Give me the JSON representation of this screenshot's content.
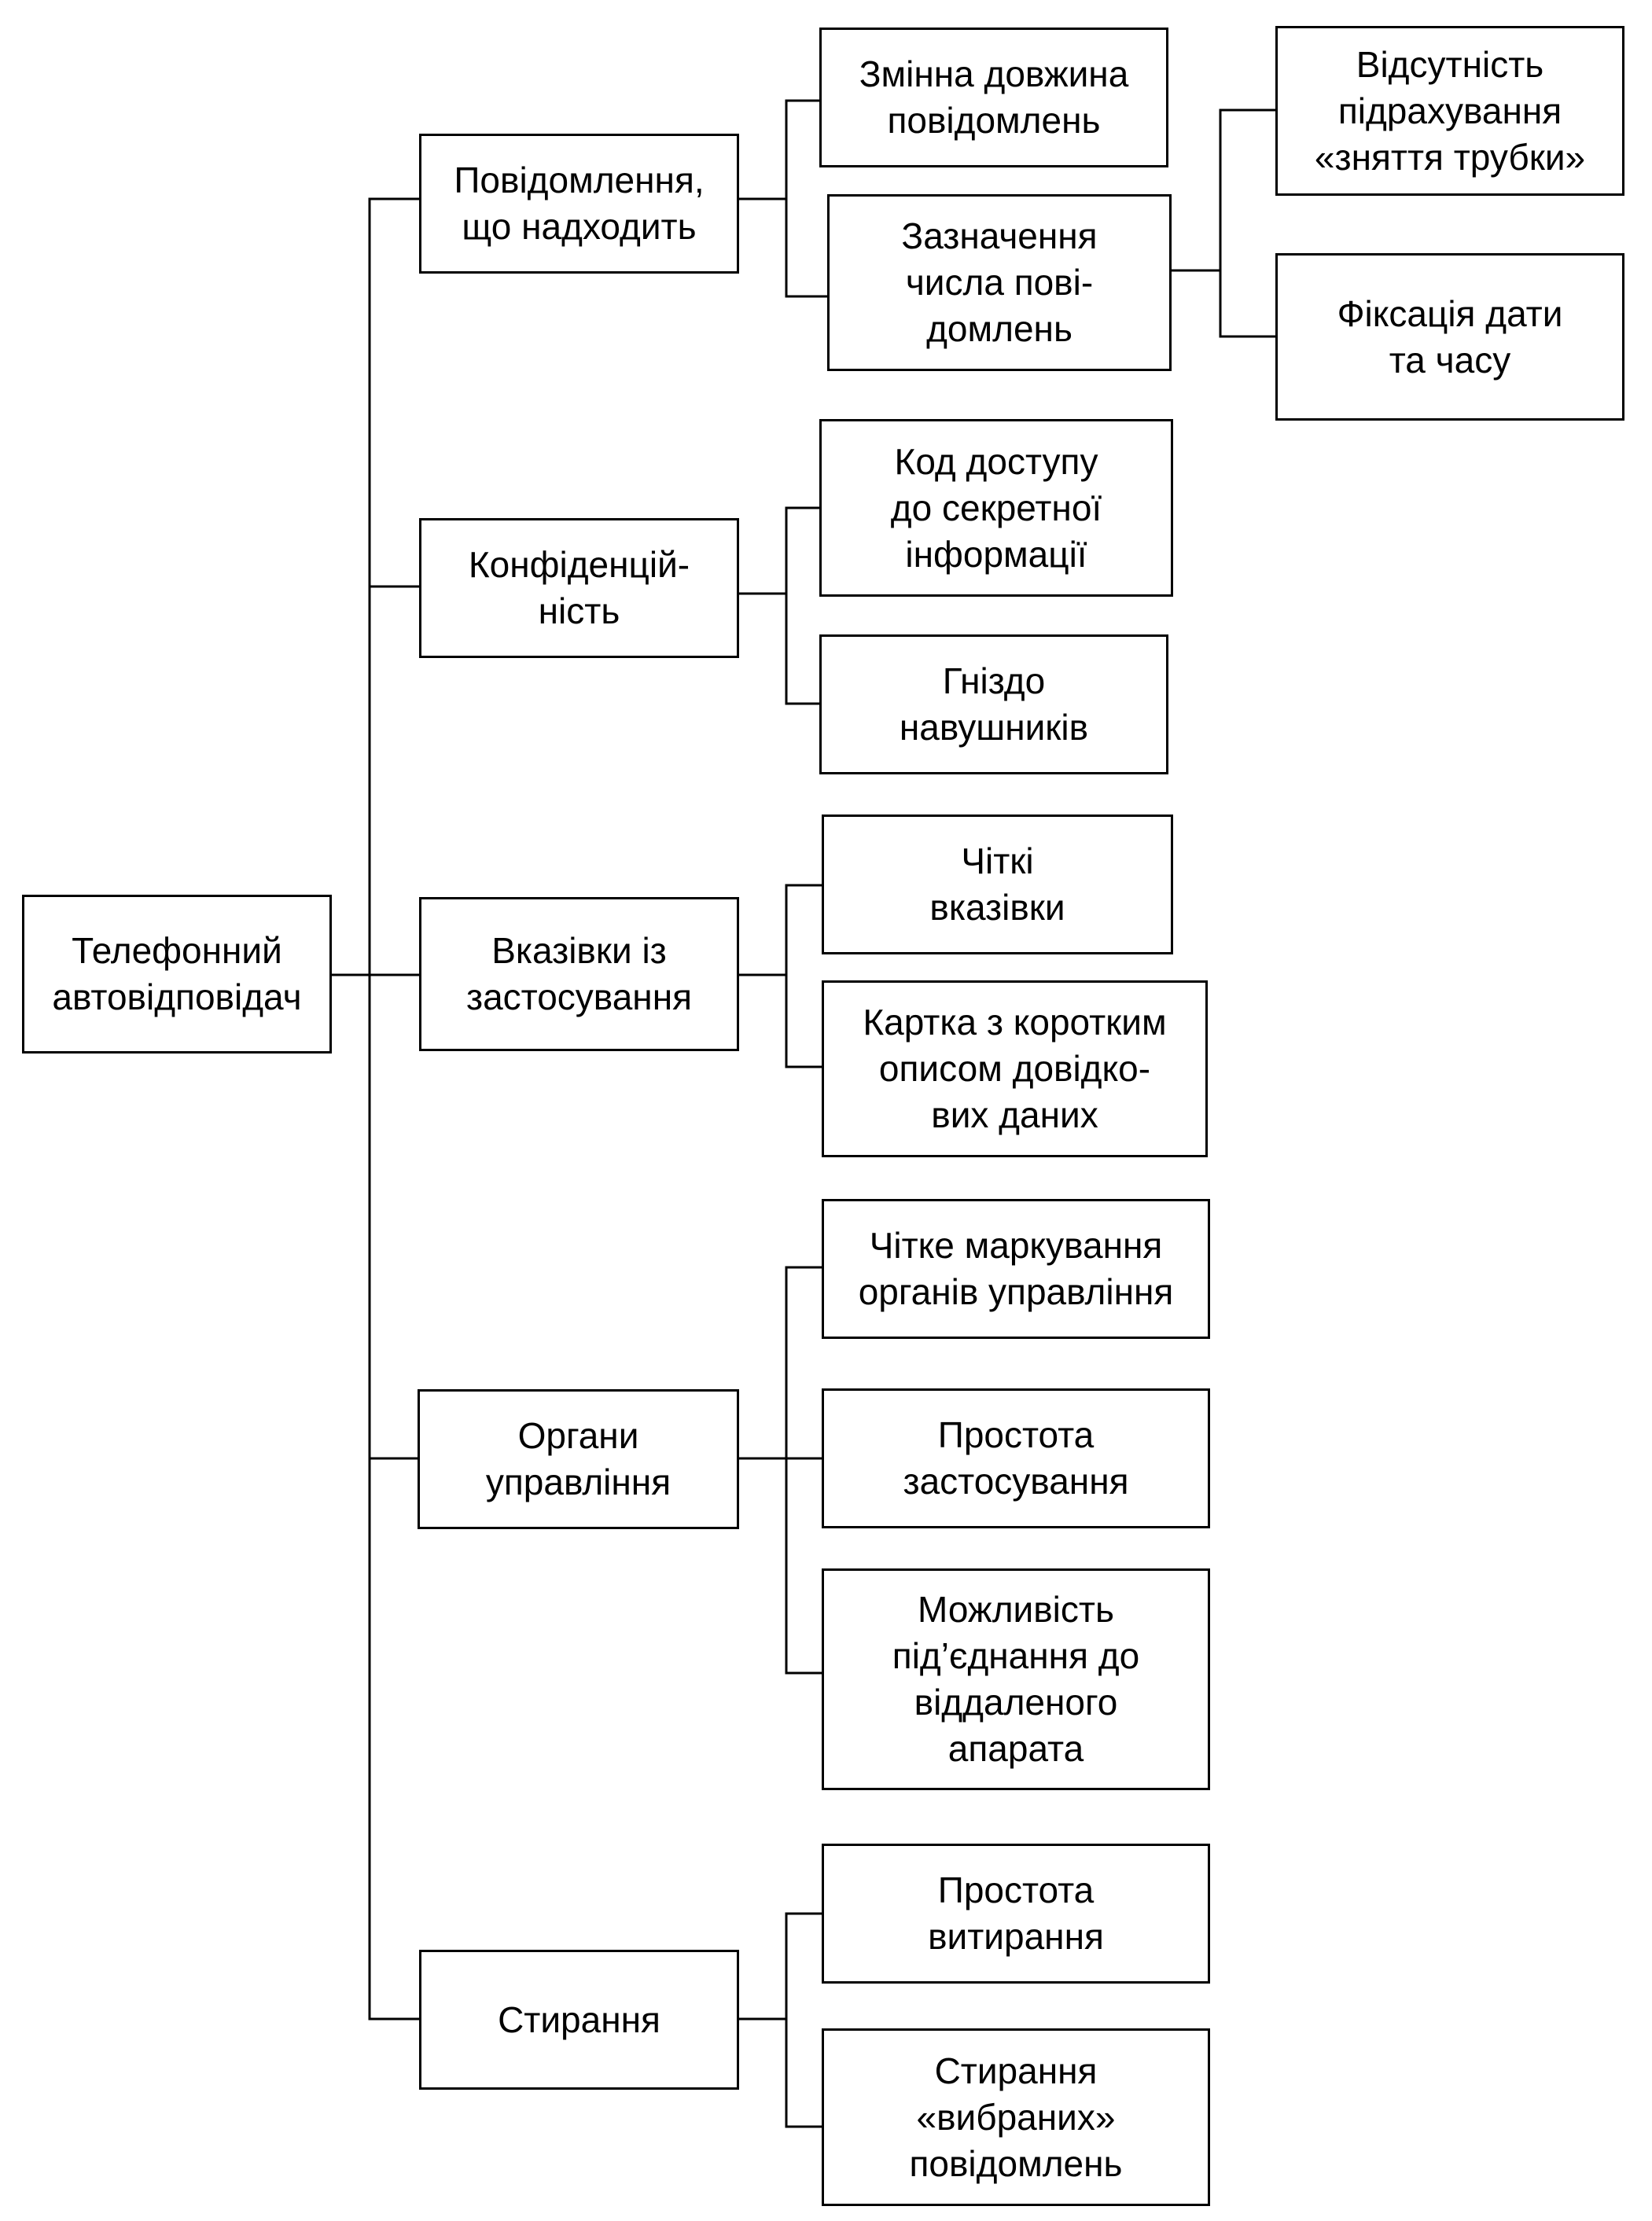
{
  "root": {
    "label": [
      "Телефонний",
      "автовідповідач"
    ]
  },
  "categories": [
    {
      "label": [
        "Повідомлення,",
        "що надходить"
      ],
      "items": [
        {
          "label": [
            "Змінна довжина",
            "повідомлень"
          ]
        },
        {
          "label": [
            "Зазначення",
            "числа пові-",
            "домлень"
          ],
          "items": [
            {
              "label": [
                "Відсутність",
                "підрахування",
                "«зняття трубки»"
              ]
            },
            {
              "label": [
                "Фіксація дати",
                "та часу"
              ]
            }
          ]
        }
      ]
    },
    {
      "label": [
        "Конфіденцій-",
        "ність"
      ],
      "items": [
        {
          "label": [
            "Код доступу",
            "до секретної",
            "інформації"
          ]
        },
        {
          "label": [
            "Гніздо",
            "навушників"
          ]
        }
      ]
    },
    {
      "label": [
        "Вказівки із",
        "застосування"
      ],
      "items": [
        {
          "label": [
            "Чіткі",
            "вказівки"
          ]
        },
        {
          "label": [
            "Картка з коротким",
            "описом довідко-",
            "вих даних"
          ]
        }
      ]
    },
    {
      "label": [
        "Органи",
        "управління"
      ],
      "items": [
        {
          "label": [
            "Чітке маркування",
            "органів управління"
          ]
        },
        {
          "label": [
            "Простота",
            "застосування"
          ]
        },
        {
          "label": [
            "Можливість",
            "під’єднання до",
            "віддаленого",
            "апарата"
          ]
        }
      ]
    },
    {
      "label": [
        "Стирання"
      ],
      "items": [
        {
          "label": [
            "Простота",
            "витирання"
          ]
        },
        {
          "label": [
            "Стирання",
            "«вибраних»",
            "повідомлень"
          ]
        }
      ]
    }
  ]
}
